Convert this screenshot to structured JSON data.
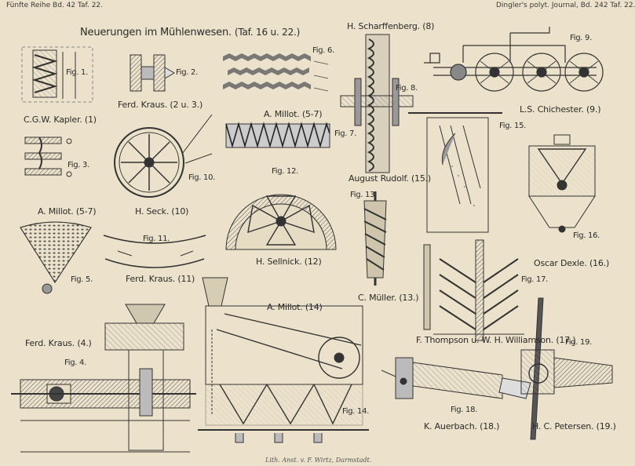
{
  "header": {
    "left": "Fünfte Reihe Bd. 42 Taf. 22.",
    "right": "Dingler's polyt. Journal, Bd. 242 Taf. 22."
  },
  "title": "Neuerungen im Mühlenwesen.",
  "title_ref": "(Taf. 16 u. 22.)",
  "captions": {
    "kapler": "C.G.W. Kapler. (1)",
    "kraus_2u3": "Ferd. Kraus. (2 u. 3.)",
    "millot_5_7_top": "A. Millot. (5-7)",
    "scharffenberg": "H. Scharffenberg. (8)",
    "chichester": "L.S. Chichester. (9.)",
    "rudolf": "August Rudolf. (15.)",
    "millot_5_7_mid": "A. Millot. (5-7)",
    "seck": "H. Seck. (10)",
    "kraus_11": "Ferd. Kraus. (11)",
    "sellnick": "H. Sellnick. (12)",
    "mueller": "C. Müller. (13.)",
    "dexle": "Oscar Dexle. (16.)",
    "kraus_4": "Ferd. Kraus. (4.)",
    "millot_14": "A. Millot. (14)",
    "thompson": "F. Thompson u. W. H. Williamson. (17.)",
    "auerbach": "K. Auerbach. (18.)",
    "petersen": "H. C. Petersen. (19.)"
  },
  "figures": {
    "fig1": "Fig. 1.",
    "fig2": "Fig. 2.",
    "fig3": "Fig. 3.",
    "fig4": "Fig. 4.",
    "fig5": "Fig. 5.",
    "fig6": "Fig. 6.",
    "fig7": "Fig. 7.",
    "fig8": "Fig. 8.",
    "fig9": "Fig. 9.",
    "fig10": "Fig. 10.",
    "fig11": "Fig. 11.",
    "fig12": "Fig. 12.",
    "fig13": "Fig. 13.",
    "fig14": "Fig. 14.",
    "fig15": "Fig. 15.",
    "fig16": "Fig. 16.",
    "fig17": "Fig. 17.",
    "fig18": "Fig. 18.",
    "fig19": "Fig. 19."
  },
  "imprint": "Lith. Anst. v. F. Wirtz, Darmstadt."
}
